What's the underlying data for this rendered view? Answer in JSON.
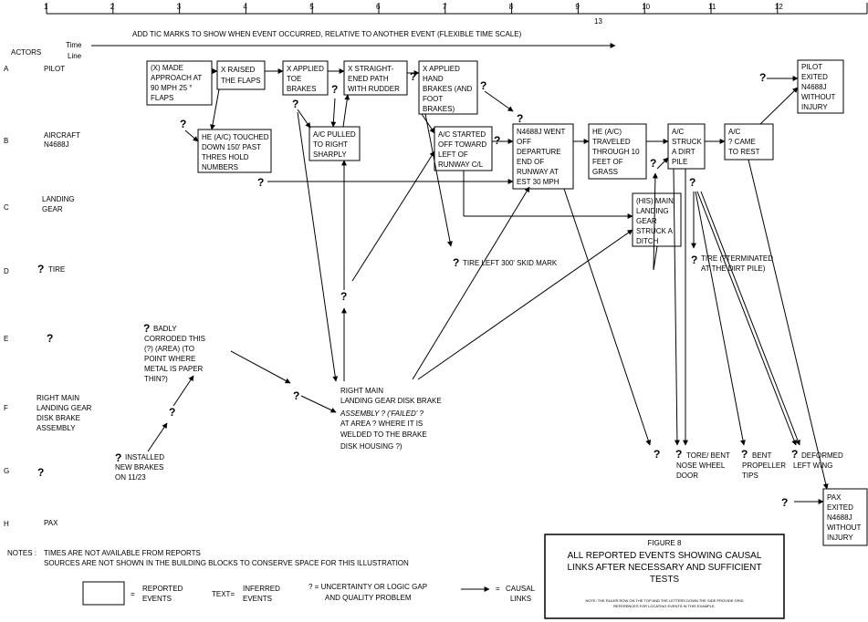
{
  "ticks": [
    "1",
    "2",
    "3",
    "4",
    "5",
    "6",
    "7",
    "8",
    "9",
    "10",
    "11",
    "12"
  ],
  "tick_13": "13",
  "timeline_note": "ADD TIC MARKS TO SHOW WHEN EVENT OCCURRED, RELATIVE TO ANOTHER EVENT (FLEXIBLE TIME SCALE)",
  "actors_header": "ACTORS",
  "timeline_header": [
    "Time",
    "Line"
  ],
  "rows": [
    {
      "letter": "A",
      "name": [
        "PILOT"
      ]
    },
    {
      "letter": "B",
      "name": [
        "AIRCRAFT",
        "N4688J"
      ]
    },
    {
      "letter": "C",
      "name": [
        "LANDING",
        "GEAR"
      ]
    },
    {
      "letter": "D",
      "name": [
        "TIRE"
      ]
    },
    {
      "letter": "E",
      "name": [
        ""
      ]
    },
    {
      "letter": "F",
      "name": [
        "RIGHT MAIN",
        "LANDING GEAR",
        "DISK BRAKE",
        "ASSEMBLY"
      ]
    },
    {
      "letter": "G",
      "name": [
        ""
      ]
    },
    {
      "letter": "H",
      "name": [
        "PAX"
      ]
    }
  ],
  "events": [
    {
      "id": "made-approach",
      "lines": [
        "(X)   MADE",
        "APPROACH AT",
        "90 MPH 25 °",
        "FLAPS"
      ]
    },
    {
      "id": "raised-flaps",
      "lines": [
        "X RAISED",
        "THE FLAPS"
      ]
    },
    {
      "id": "applied-toe-brakes",
      "lines": [
        "X APPLIED",
        "TOE",
        "BRAKES"
      ]
    },
    {
      "id": "straightened-path",
      "lines": [
        "X  STRAIGHT-",
        "ENED PATH",
        "WITH RUDDER"
      ]
    },
    {
      "id": "applied-hand-brakes",
      "lines": [
        "X APPLIED",
        "HAND",
        "BRAKES (AND",
        "FOOT",
        "BRAKES)"
      ]
    },
    {
      "id": "pilot-exited",
      "lines": [
        "PILOT",
        "EXITED",
        "N4688J",
        "WITHOUT",
        "INJURY"
      ]
    },
    {
      "id": "touched-down",
      "lines": [
        "HE (A/C) TOUCHED",
        "DOWN 150' PAST",
        "THRES HOLD",
        "NUMBERS"
      ]
    },
    {
      "id": "pulled-right",
      "lines": [
        "A/C PULLED",
        "TO RIGHT",
        "SHARPLY"
      ]
    },
    {
      "id": "started-left",
      "lines": [
        "A/C STARTED",
        "OFF TOWARD",
        "LEFT OF",
        "RUNWAY C/L"
      ]
    },
    {
      "id": "went-off-end",
      "lines": [
        "N4688J WENT",
        "OFF",
        "DEPARTURE",
        "END OF",
        "RUNWAY AT",
        "EST 30 MPH"
      ]
    },
    {
      "id": "traveled-grass",
      "lines": [
        "HE (A/C)",
        "TRAVELED",
        "THROUGH 10",
        "FEET OF",
        "GRASS"
      ]
    },
    {
      "id": "struck-dirt-pile",
      "lines": [
        "A/C",
        "STRUCK",
        "A DIRT",
        "PILE"
      ]
    },
    {
      "id": "came-to-rest",
      "lines": [
        "A/C",
        "? CAME",
        "TO REST"
      ]
    },
    {
      "id": "gear-struck-ditch",
      "lines": [
        "(HIS) MAIN",
        "LANDING",
        "GEAR",
        "STRUCK A",
        "DITCH"
      ]
    },
    {
      "id": "pax-exited",
      "lines": [
        "PAX",
        "EXITED",
        "N4688J",
        "WITHOUT",
        "INJURY"
      ]
    }
  ],
  "texts": {
    "skid_mark": "TIRE  LEFT 300' SKID MARK",
    "tire_terminated": [
      "TIRE (?TERMINATED",
      "AT THE DIRT PILE)"
    ],
    "badly_corroded": [
      "BADLY",
      "CORRODED THIS",
      "(?) (AREA) (TO",
      "POINT WHERE",
      "METAL IS PAPER",
      "THIN?)"
    ],
    "brake_failed": [
      "RIGHT MAIN",
      "LANDING GEAR DISK BRAKE",
      "ASSEMBLY  ?  ('FAILED' ?",
      "AT AREA  ? WHERE IT IS",
      "WELDED TO THE BRAKE",
      "DISK HOUSING ?)"
    ],
    "installed_brakes": [
      "INSTALLED",
      "NEW BRAKES",
      "ON 11/23"
    ],
    "torn_door": [
      "TORE/ BENT",
      "NOSE WHEEL",
      "DOOR"
    ],
    "bent_prop": [
      "BENT",
      "PROPELLER",
      "TIPS"
    ],
    "deformed_wing": [
      "DEFORMED",
      "LEFT WING"
    ]
  },
  "notes": {
    "label": "NOTES :",
    "line1": "TIMES ARE NOT AVAILABLE FROM REPORTS",
    "line2": "SOURCES ARE NOT SHOWN IN THE BUILDING BLOCKS TO CONSERVE SPACE FOR THIS ILLUSTRATION"
  },
  "legend": {
    "equals": "=",
    "reported": [
      "REPORTED",
      "EVENTS"
    ],
    "text_label": "TEXT=",
    "inferred": [
      "INFERRED",
      "EVENTS"
    ],
    "uncertainty": [
      "? = UNCERTAINTY OR LOGIC GAP",
      "AND QUALITY PROBLEM"
    ],
    "causal": [
      "CAUSAL",
      "LINKS"
    ]
  },
  "figure": {
    "number": "FIGURE 8",
    "caption": [
      "ALL REPORTED EVENTS SHOWING CAUSAL",
      "LINKS AFTER NECESSARY AND SUFFICIENT",
      "TESTS"
    ],
    "note": [
      "NOTE: THE RULER ROW ON THE TOP AND THE LETTERS DOWN THE SIDE PROVIDE GRID",
      "REFERENCES FOR LOCATING EVENTS IN THIS EXAMPLE."
    ]
  }
}
